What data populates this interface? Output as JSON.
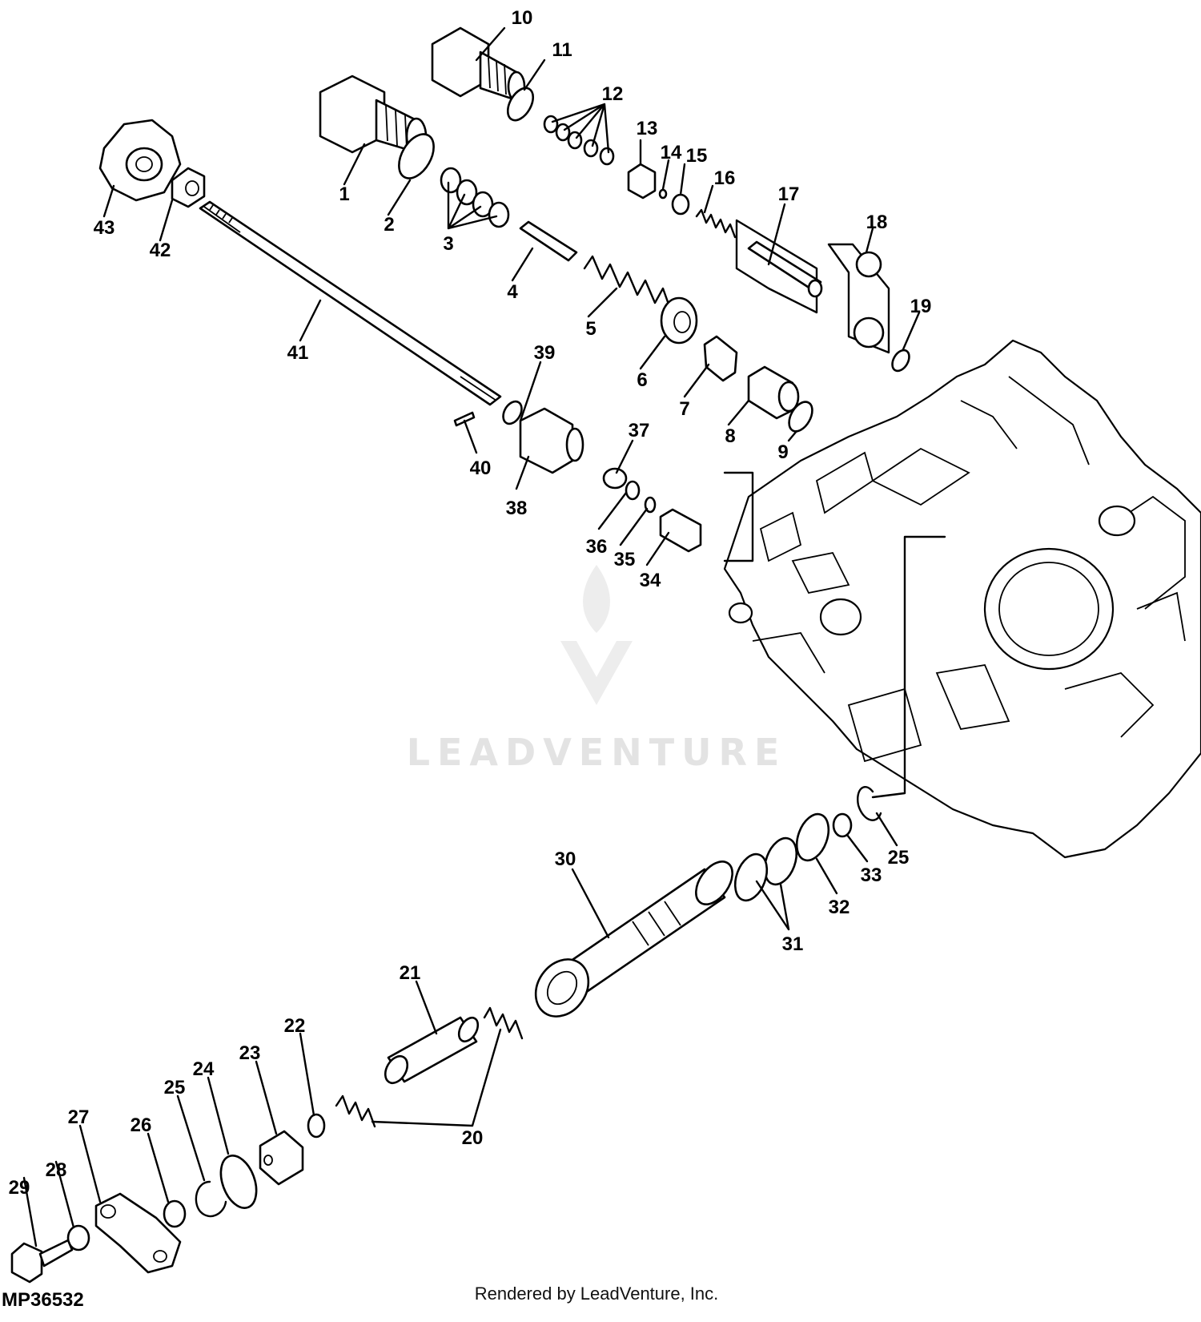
{
  "diagram": {
    "plate_id": "MP36532",
    "credit": "Rendered by LeadVenture, Inc.",
    "watermark": "LEADVENTURE",
    "callouts": [
      "1",
      "2",
      "3",
      "4",
      "5",
      "6",
      "7",
      "8",
      "9",
      "10",
      "11",
      "12",
      "13",
      "14",
      "15",
      "16",
      "17",
      "18",
      "19",
      "20",
      "21",
      "22",
      "23",
      "24",
      "25",
      "25",
      "26",
      "27",
      "28",
      "29",
      "30",
      "31",
      "32",
      "33",
      "34",
      "35",
      "36",
      "37",
      "38",
      "39",
      "40",
      "41",
      "42",
      "43"
    ]
  }
}
